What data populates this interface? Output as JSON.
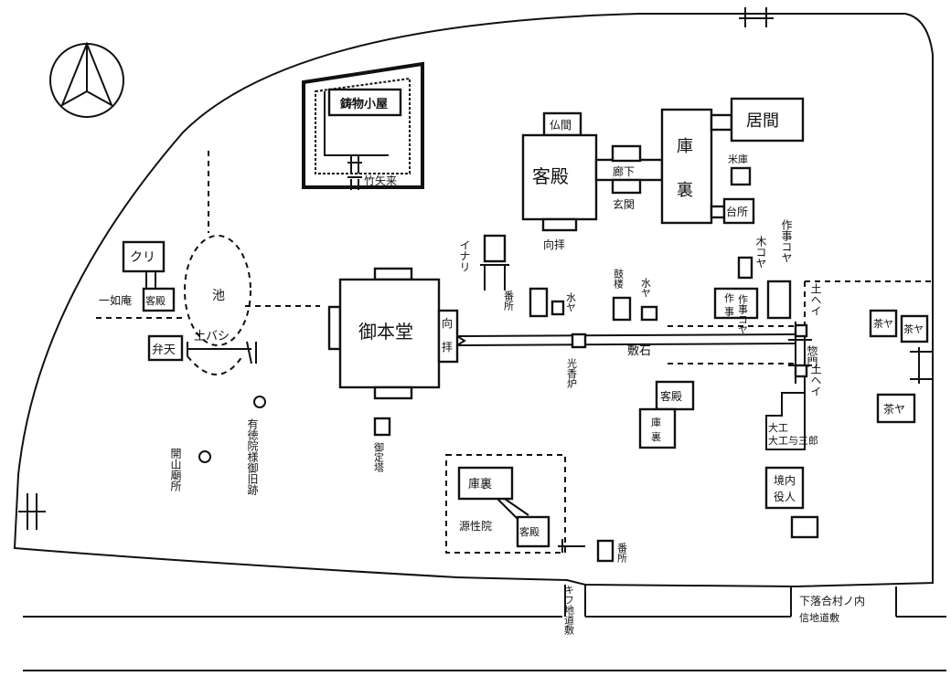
{
  "labels": {
    "imono_koya": "鋳物小屋",
    "take_yagura": "竹矢来",
    "butsuma": "仏間",
    "kyakuden_main": "客殿",
    "roka": "廊下",
    "genkan": "玄関",
    "kori_main": "庫裏",
    "ima": "居間",
    "komegura": "米庫",
    "daidokoro": "台所",
    "kohai_main": "向拝",
    "kuri": "クリ",
    "ichinyoan": "一如庵",
    "kyakuden_ichinyo": "客殿",
    "ike": "池",
    "dobashi": "土バシ",
    "benten": "弁天",
    "inari": "イナリ",
    "bansho_1": "番所",
    "mizuya_1": "水ヤ",
    "shoro": "鼓楼",
    "mizuya_2": "水ヤ",
    "gohondo": "御本堂",
    "kohai_hondo": "向拝",
    "koro": "光香炉",
    "shikiishi": "敷石",
    "sakuji_koya_1": "作事コヤ",
    "ki_koya": "木コヤ",
    "sakuji_koya_2": "作事コヤ",
    "dohei_upper": "土ヘイ",
    "somon": "惣門",
    "dohei_lower": "土ヘイ",
    "chaya_1": "茶ヤ",
    "chaya_2": "茶ヤ",
    "chaya_3": "茶ヤ",
    "kyakuden_east": "客殿",
    "kori_east": "庫裏",
    "daiku": "大工与三郎",
    "keidai_yakunin": "境内役人",
    "utokuin_kyuseki": "有徳院様御旧跡",
    "kaisan_byosho": "開山廟所",
    "gojo_to": "御定塔",
    "kori_gensho": "庫裏",
    "genshoin": "源性院",
    "kyakuden_gensho": "客殿",
    "bansho_2": "番所",
    "kifu_chido": "キフ地道敷",
    "shimo_ochiai": "下落合村ノ内",
    "shinchi_michishiki": "信地道敷"
  },
  "icons": {
    "north": "north-arrow-icon"
  }
}
